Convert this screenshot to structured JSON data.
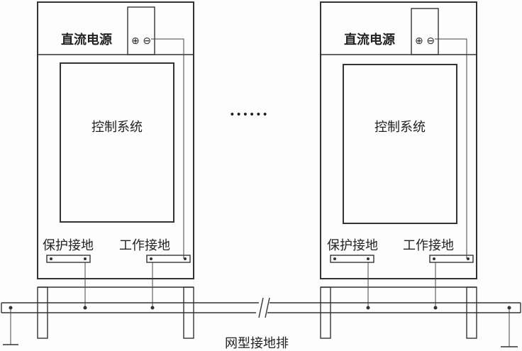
{
  "cabinets": [
    {
      "power_label": "直流电源",
      "power_terminal_symbols": "⊕ ⊖",
      "control_label": "控制系统",
      "protective_ground_label": "保护接地",
      "working_ground_label": "工作接地"
    },
    {
      "power_label": "直流电源",
      "power_terminal_symbols": "⊕ ⊖",
      "control_label": "控制系统",
      "protective_ground_label": "保护接地",
      "working_ground_label": "工作接地"
    }
  ],
  "ellipsis": "••••••",
  "busbar_label": "网型接地排",
  "colors": {
    "line": "#333333",
    "background": "#fdfdfd"
  }
}
